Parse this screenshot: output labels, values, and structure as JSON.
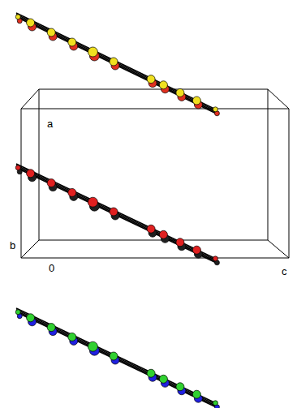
{
  "diagram": {
    "labels": [
      "a",
      "b",
      "0",
      "c"
    ]
  }
}
